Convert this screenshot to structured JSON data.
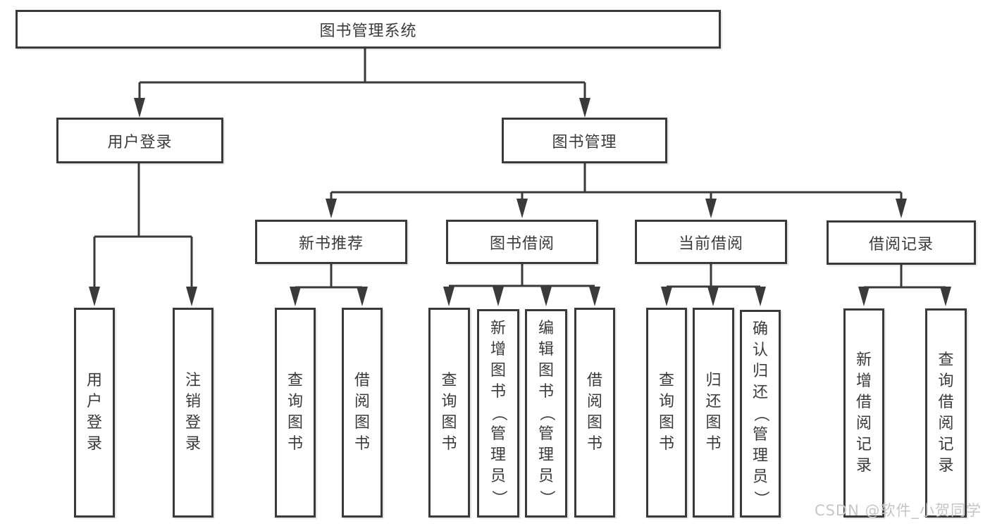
{
  "tree": {
    "root": "图书管理系统",
    "level2": [
      {
        "label": "用户登录",
        "leaves": [
          "用户登录",
          "注销登录"
        ]
      },
      {
        "label": "图书管理",
        "groups": [
          {
            "label": "新书推荐",
            "leaves": [
              "查询图书",
              "借阅图书"
            ]
          },
          {
            "label": "图书借阅",
            "leaves": [
              "查询图书",
              "新增图书（管理员）",
              "编辑图书（管理员）",
              "借阅图书"
            ]
          },
          {
            "label": "当前借阅",
            "leaves": [
              "查询图书",
              "归还图书",
              "确认归还（管理员）"
            ]
          },
          {
            "label": "借阅记录",
            "leaves": [
              "新增借阅记录",
              "查询借阅记录"
            ]
          }
        ]
      }
    ]
  },
  "watermark": "CSDN @软件_小贺同学",
  "colors": {
    "line": "#3a3a3a",
    "border": "#3a3a3a",
    "text": "#3b3b3b",
    "watermark": "#c6c6c6",
    "bg": "#ffffff"
  }
}
